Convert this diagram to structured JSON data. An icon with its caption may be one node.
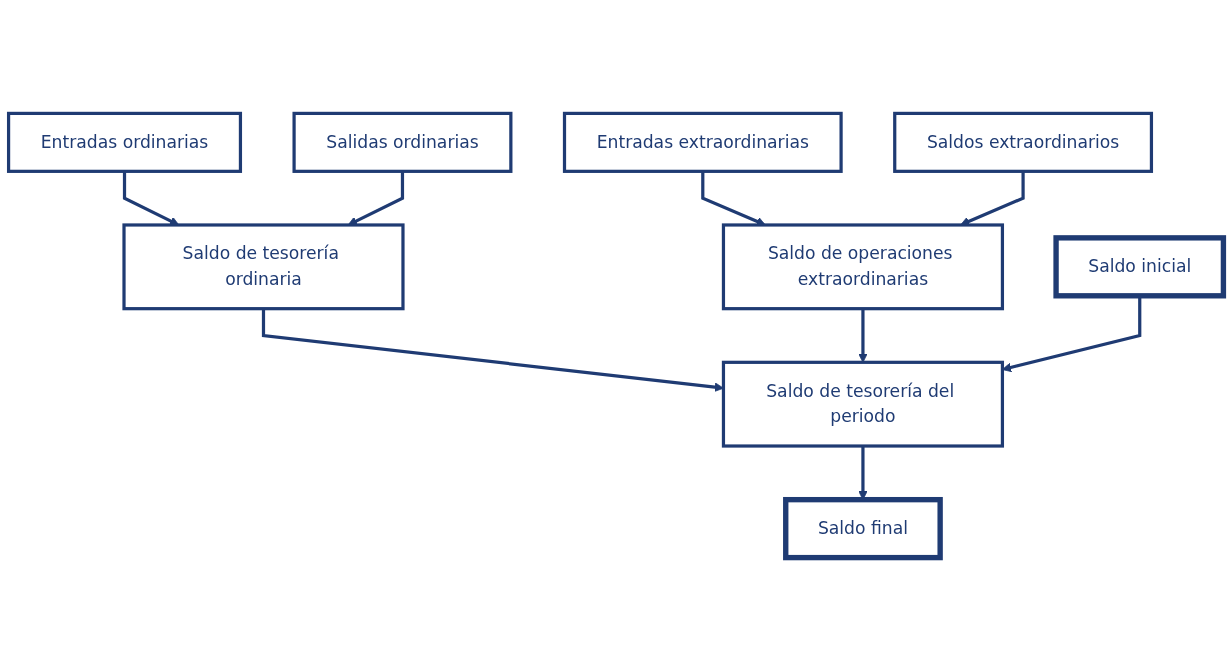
{
  "diagram": {
    "nodes": [
      {
        "text": [
          "Entradas ordinarias"
        ]
      },
      {
        "text": [
          "Salidas ordinarias"
        ]
      },
      {
        "text": [
          "Saldo de tesorería ordinaria"
        ]
      },
      {
        "text": [
          "Saldo de operaciones extraordinarias"
        ]
      },
      {
        "text": [
          "Entradas extraordinarias"
        ]
      },
      {
        "text": [
          "Saldos extraordinarios"
        ]
      },
      {
        "text": [
          "Saldo inicial"
        ]
      },
      {
        "text": [
          "Saldo de tesorería del periodo"
        ]
      },
      {
        "text": [
          "Saldo final"
        ]
      }
    ],
    "edges": [
      {
        "from": 0,
        "to": 2,
        "arrow": "to"
      },
      {
        "from": 1,
        "to": 2,
        "arrow": "to"
      },
      {
        "from": 4,
        "to": 3,
        "arrow": "to"
      },
      {
        "from": 5,
        "to": 3,
        "arrow": "to"
      },
      {
        "from": 2,
        "to": 7,
        "arrow": "to"
      },
      {
        "from": 3,
        "to": 7,
        "arrow": "to"
      },
      {
        "from": 6,
        "to": 7,
        "arrow": "to"
      },
      {
        "from": 7,
        "to": 8,
        "arrow": "to"
      }
    ]
  }
}
